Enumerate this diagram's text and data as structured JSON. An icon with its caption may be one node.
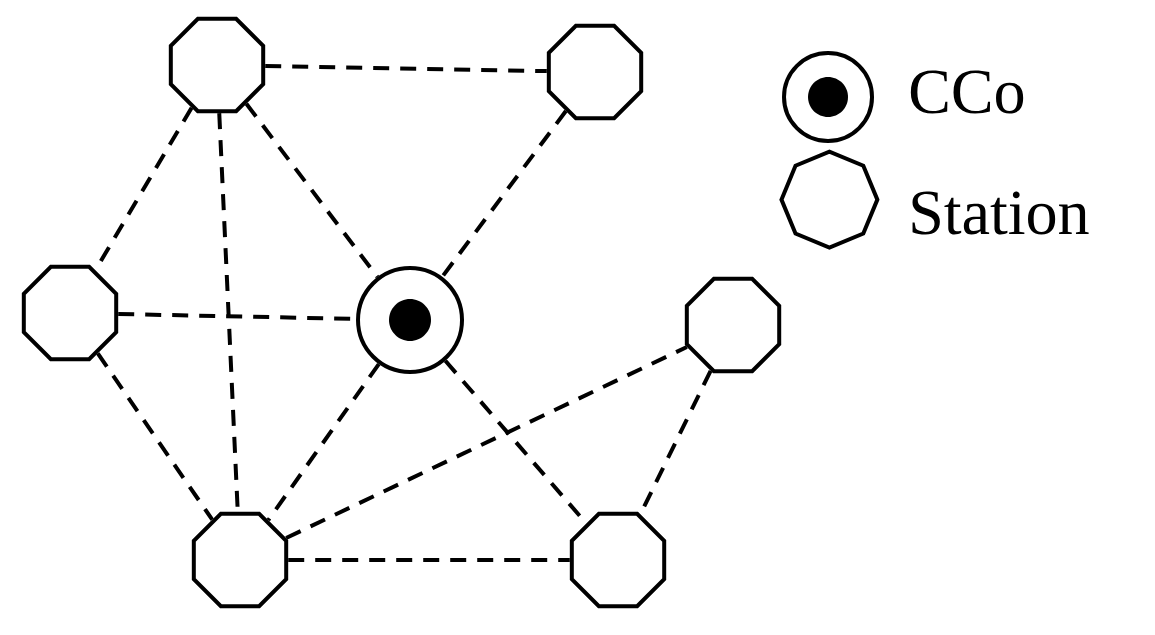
{
  "diagram": {
    "nodes": [
      {
        "text": [],
        "shape": "octagon"
      },
      {
        "text": [],
        "shape": "octagon"
      },
      {
        "text": [],
        "shape": "octagon"
      },
      {
        "text": [],
        "shape": "circle"
      },
      {
        "text": [],
        "shape": "octagon"
      },
      {
        "text": [],
        "shape": "octagon"
      },
      {
        "text": [],
        "shape": "octagon"
      }
    ],
    "edges": [
      {
        "from": 0,
        "to": 1,
        "arrow": "none",
        "style": "dashed"
      },
      {
        "from": 0,
        "to": 2,
        "arrow": "none",
        "style": "dashed"
      },
      {
        "from": 0,
        "to": 5,
        "arrow": "none",
        "style": "dashed"
      },
      {
        "from": 0,
        "to": 3,
        "arrow": "none",
        "style": "dashed"
      },
      {
        "from": 1,
        "to": 3,
        "arrow": "none",
        "style": "dashed"
      },
      {
        "from": 2,
        "to": 3,
        "arrow": "none",
        "style": "dashed"
      },
      {
        "from": 2,
        "to": 5,
        "arrow": "none",
        "style": "dashed"
      },
      {
        "from": 3,
        "to": 5,
        "arrow": "none",
        "style": "dashed"
      },
      {
        "from": 3,
        "to": 6,
        "arrow": "none",
        "style": "dashed"
      },
      {
        "from": 5,
        "to": 4,
        "arrow": "none",
        "style": "dashed"
      },
      {
        "from": 4,
        "to": 6,
        "arrow": "none",
        "style": "dashed"
      },
      {
        "from": 5,
        "to": 6,
        "arrow": "none",
        "style": "dashed"
      }
    ],
    "legend": [
      {
        "text": "CCo"
      },
      {
        "text": "Station"
      }
    ]
  }
}
